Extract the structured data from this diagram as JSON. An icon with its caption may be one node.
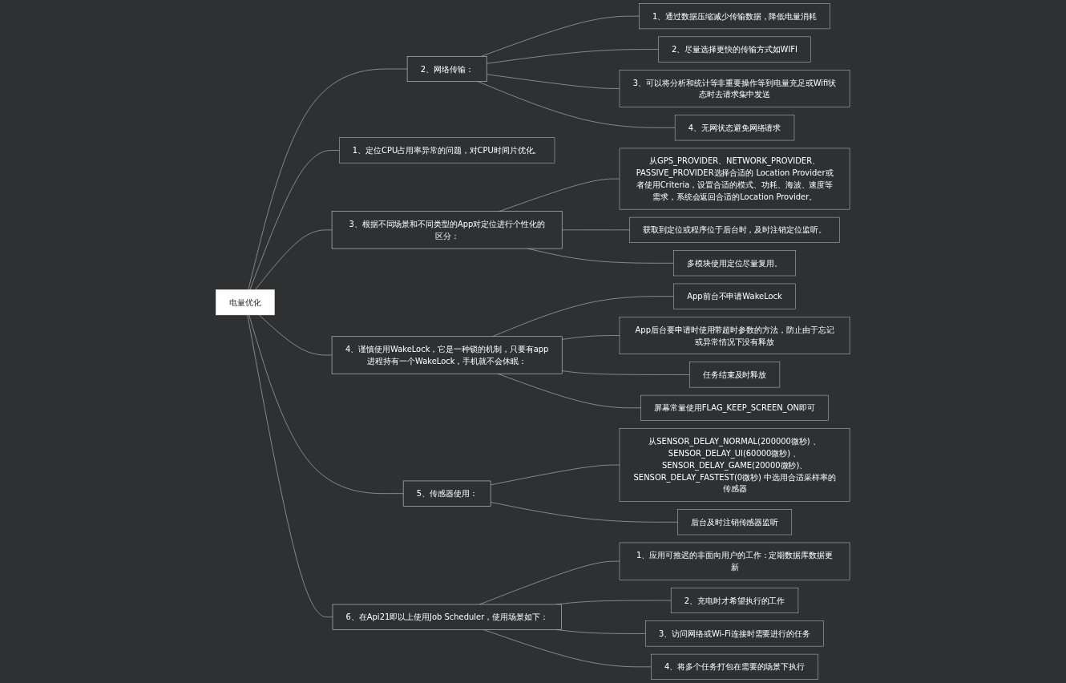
{
  "diagram": {
    "nodes": [
      {
        "text": [
          "电量优化"
        ]
      },
      {
        "text": [
          "1、定位CPU占用率异常的问题，对CPU时间片优化。"
        ]
      },
      {
        "text": [
          "2、网络传输："
        ]
      },
      {
        "text": [
          "1、通过数据压缩减少传输数据，降低电量消耗"
        ]
      },
      {
        "text": [
          "2、尽量选择更快的传输方式如WIFI"
        ]
      },
      {
        "text": [
          "3、可以将分析和统计等非重要操作等到电量充足或Wifi状态时去请求集中发送"
        ]
      },
      {
        "text": [
          "4、无网状态避免网络请求"
        ]
      },
      {
        "text": [
          "3、根据不同场景和不同类型的App对定位进行个性化的区分："
        ]
      },
      {
        "text": [
          "从GPS_PROVIDER、NETWORK_PROVIDER、PASSIVE_PROVIDER选择合适的 Location Provider或者使用Criteria，设置合适的模式、功耗、海波、速度等需求，系统会返回合适的Location Provider。"
        ]
      },
      {
        "text": [
          "获取到定位或程序位于后台时，及时注销定位监听。"
        ]
      },
      {
        "text": [
          "多模块使用定位尽量复用。"
        ]
      },
      {
        "text": [
          "4、谨慎使用WakeLock，它是一种锁的机制，只要有app进程持有一个WakeLock，手机就不会休眠："
        ]
      },
      {
        "text": [
          "App前台不申请WakeLock"
        ]
      },
      {
        "text": [
          "App后台要申请时使用带超时参数的方法，防止由于忘记或异常情况下没有释放"
        ]
      },
      {
        "text": [
          "任务结束及时释放"
        ]
      },
      {
        "text": [
          "屏幕常量使用FLAG_KEEP_SCREEN_ON即可"
        ]
      },
      {
        "text": [
          "5、传感器使用："
        ]
      },
      {
        "text": [
          "从SENSOR_DELAY_NORMAL(200000微秒) 、SENSOR_DELAY_UI(60000微秒) 、SENSOR_DELAY_GAME(20000微秒)、SENSOR_DELAY_FASTEST(0微秒) 中选用合适采样率的传感器"
        ]
      },
      {
        "text": [
          "后台及时注销传感器监听"
        ]
      },
      {
        "text": [
          "6、在Api21即以上使用Job Scheduler，使用场景如下："
        ]
      },
      {
        "text": [
          "1、应用可推迟的非面向用户的工作：定期数据库数据更新"
        ]
      },
      {
        "text": [
          "2、充电时才希望执行的工作"
        ]
      },
      {
        "text": [
          "3、访问网络或Wi-Fi连接时需要进行的任务"
        ]
      },
      {
        "text": [
          "4、将多个任务打包在需要的场景下执行"
        ]
      }
    ],
    "edges": [
      {
        "from": 0,
        "to": 1,
        "arrow": "none"
      },
      {
        "from": 0,
        "to": 2,
        "arrow": "none"
      },
      {
        "from": 2,
        "to": 3,
        "arrow": "none"
      },
      {
        "from": 2,
        "to": 4,
        "arrow": "none"
      },
      {
        "from": 2,
        "to": 5,
        "arrow": "none"
      },
      {
        "from": 2,
        "to": 6,
        "arrow": "none"
      },
      {
        "from": 0,
        "to": 7,
        "arrow": "none"
      },
      {
        "from": 7,
        "to": 8,
        "arrow": "none"
      },
      {
        "from": 7,
        "to": 9,
        "arrow": "none"
      },
      {
        "from": 7,
        "to": 10,
        "arrow": "none"
      },
      {
        "from": 0,
        "to": 11,
        "arrow": "none"
      },
      {
        "from": 11,
        "to": 12,
        "arrow": "none"
      },
      {
        "from": 11,
        "to": 13,
        "arrow": "none"
      },
      {
        "from": 11,
        "to": 14,
        "arrow": "none"
      },
      {
        "from": 11,
        "to": 15,
        "arrow": "none"
      },
      {
        "from": 0,
        "to": 16,
        "arrow": "none"
      },
      {
        "from": 16,
        "to": 17,
        "arrow": "none"
      },
      {
        "from": 16,
        "to": 18,
        "arrow": "none"
      },
      {
        "from": 0,
        "to": 19,
        "arrow": "none"
      },
      {
        "from": 19,
        "to": 20,
        "arrow": "none"
      },
      {
        "from": 19,
        "to": 21,
        "arrow": "none"
      },
      {
        "from": 19,
        "to": 22,
        "arrow": "none"
      },
      {
        "from": 19,
        "to": 23,
        "arrow": "none"
      }
    ]
  }
}
